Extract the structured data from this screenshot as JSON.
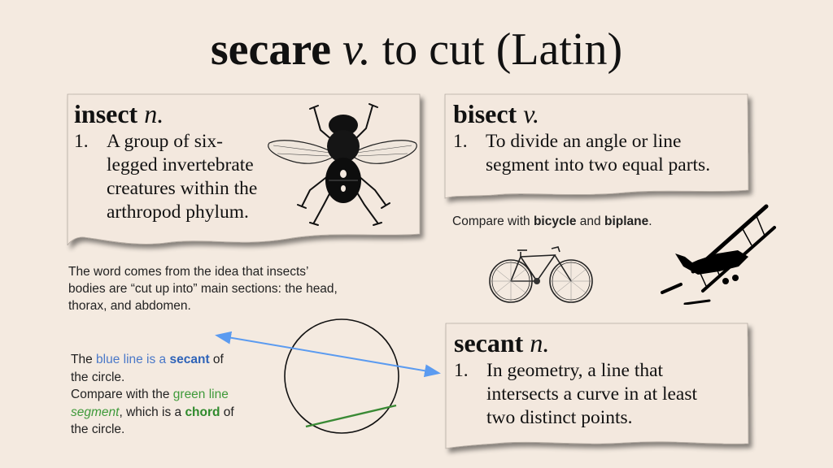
{
  "title": {
    "word": "secare",
    "pos": "v.",
    "rest": "to cut (Latin)"
  },
  "cards": {
    "insect": {
      "word": "insect",
      "pos": "n.",
      "num": "1.",
      "lines": [
        "A group of six-",
        "legged invertebrate",
        "creatures within the",
        "arthropod phylum."
      ]
    },
    "bisect": {
      "word": "bisect",
      "pos": "v.",
      "num": "1.",
      "lines": [
        "To divide an angle or line",
        "segment into two equal parts."
      ]
    },
    "secant": {
      "word": "secant",
      "pos": "n.",
      "num": "1.",
      "lines": [
        "In geometry, a line that",
        "intersects a curve in at least",
        "two distinct points."
      ]
    }
  },
  "notes": {
    "insect_origin": [
      "The word comes from the idea that insects’",
      "bodies are “cut up into” main sections: the head,",
      "thorax, and abdomen."
    ],
    "compare_bi": {
      "prefix": "Compare with ",
      "w1": "bicycle",
      "mid": " and ",
      "w2": "biplane",
      "suffix": "."
    },
    "secant_note": {
      "l1_a": "The ",
      "l1_blue": "blue line is a ",
      "l1_bold": "secant",
      "l1_end": " of",
      "l2": "the circle.",
      "l3_a": "Compare with the ",
      "l3_green": "green line",
      "l4_it": "segment",
      "l4_mid": ", which is a ",
      "l4_bold": "chord",
      "l4_end": " of",
      "l5": "the circle."
    }
  },
  "images": {
    "fly": "fly-illustration",
    "bicycle": "bicycle-illustration",
    "biplane": "biplane-illustration"
  },
  "colors": {
    "background": "#f4eae0",
    "blue_line": "#5b9bf0",
    "green_line": "#3a8a35",
    "paper": "#f3e8de"
  }
}
